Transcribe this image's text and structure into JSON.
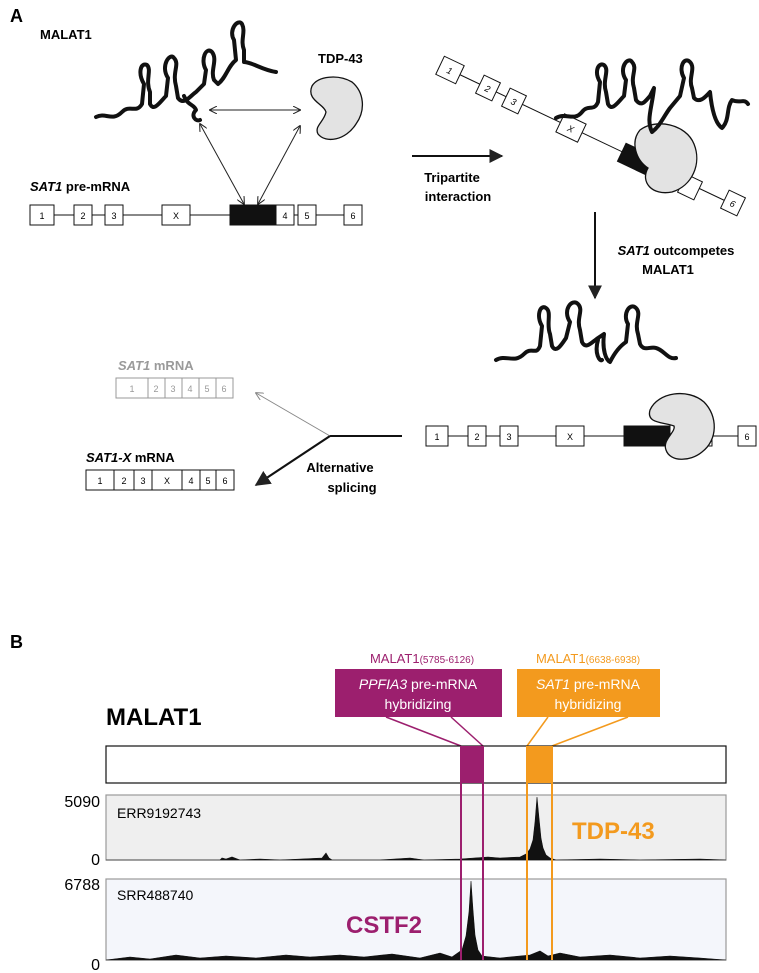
{
  "panel_a": {
    "label": "A",
    "malat1": "MALAT1",
    "tdp43": "TDP-43",
    "sat1_premrna_italic": "SAT1",
    "sat1_premrna_rest": " pre-mRNA",
    "exons_main": [
      "1",
      "2",
      "3",
      "X",
      "4",
      "5",
      "6"
    ],
    "tripartite_line1": "Tripartite",
    "tripartite_line2": "interaction",
    "outcompetes_italic": "SAT1",
    "outcompetes_rest": " outcompetes",
    "outcompetes_line2": "MALAT1",
    "sat1_mrna_italic": "SAT1",
    "sat1_mrna_rest": " mRNA",
    "sat1_mrna_exons": [
      "1",
      "2",
      "3",
      "4",
      "5",
      "6"
    ],
    "sat1x_mrna_italic": "SAT1-X",
    "sat1x_mrna_rest": " mRNA",
    "sat1x_mrna_exons": [
      "1",
      "2",
      "3",
      "X",
      "4",
      "5",
      "6"
    ],
    "alt_splicing_line1": "Alternative",
    "alt_splicing_line2": "splicing",
    "bound_exons": [
      "1",
      "2",
      "3",
      "X",
      "6"
    ],
    "diag_exons": [
      "1",
      "2",
      "3",
      "X",
      "6"
    ]
  },
  "panel_b": {
    "label": "B",
    "malat1_title": "MALAT1",
    "region1": {
      "name": "MALAT1",
      "range": "(5785-6126)",
      "line1_italic": "PPFIA3",
      "line1_rest": " pre-mRNA",
      "line2": "hybridizing",
      "color": "#9c1f6e"
    },
    "region2": {
      "name": "MALAT1",
      "range": "(6638-6938)",
      "line1_italic": "SAT1",
      "line1_rest": " pre-mRNA",
      "line2": "hybridizing",
      "color": "#f39a1e"
    },
    "track1": {
      "id": "ERR9192743",
      "ymax": "5090",
      "ymin": "0",
      "protein": "TDP-43"
    },
    "track2": {
      "id": "SRR488740",
      "ymax": "6788",
      "ymin": "0",
      "protein": "CSTF2"
    }
  },
  "colors": {
    "magenta": "#9c1f6e",
    "orange": "#f39a1e",
    "grey_shape": "#e3e3e3",
    "track_bg1": "#efefef",
    "track_bg2": "#f4f6fb"
  }
}
